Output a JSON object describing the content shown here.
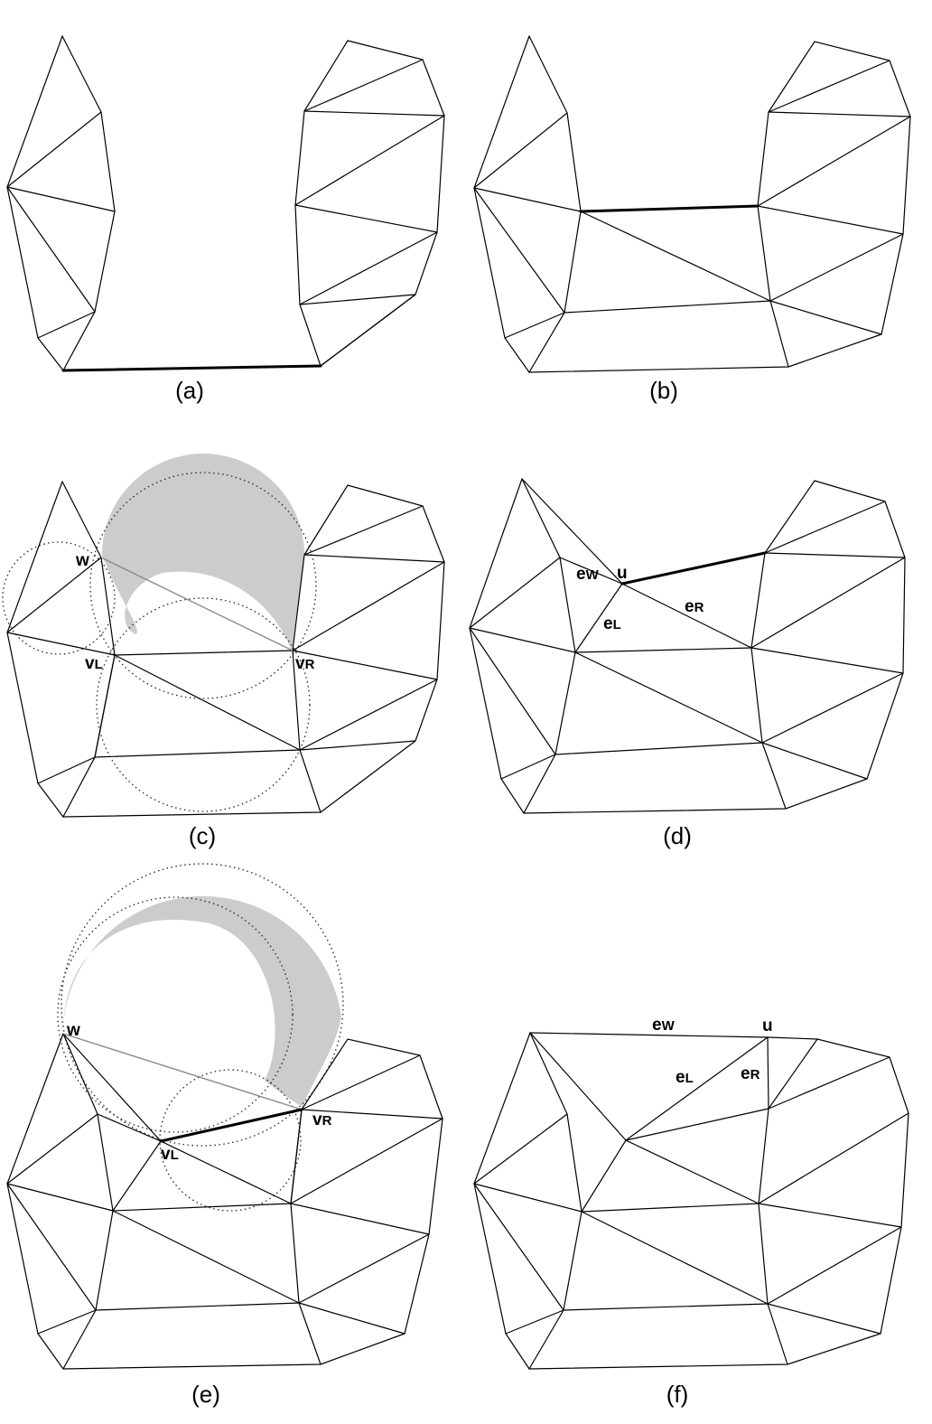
{
  "panels": {
    "a": {
      "caption": "(a)"
    },
    "b": {
      "caption": "(b)"
    },
    "c": {
      "caption": "(c)",
      "labels": {
        "w": "w",
        "vl_main": "v",
        "vl_sub": "L",
        "vr_main": "v",
        "vr_sub": "R"
      }
    },
    "d": {
      "caption": "(d)",
      "labels": {
        "u": "u",
        "ew_main": "e",
        "ew_sub": "W",
        "el_main": "e",
        "el_sub": "L",
        "er_main": "e",
        "er_sub": "R"
      }
    },
    "e": {
      "caption": "(e)",
      "labels": {
        "w": "w",
        "vl_main": "v",
        "vl_sub": "L",
        "vr_main": "v",
        "vr_sub": "R"
      }
    },
    "f": {
      "caption": "(f)",
      "labels": {
        "u": "u",
        "ew_main": "e",
        "ew_sub": "W",
        "el_main": "e",
        "el_sub": "L",
        "er_main": "e",
        "er_sub": "R"
      }
    }
  },
  "colors": {
    "stroke": "#000000",
    "shade": "#cccccc",
    "gray_edge": "#8a8a8a"
  }
}
